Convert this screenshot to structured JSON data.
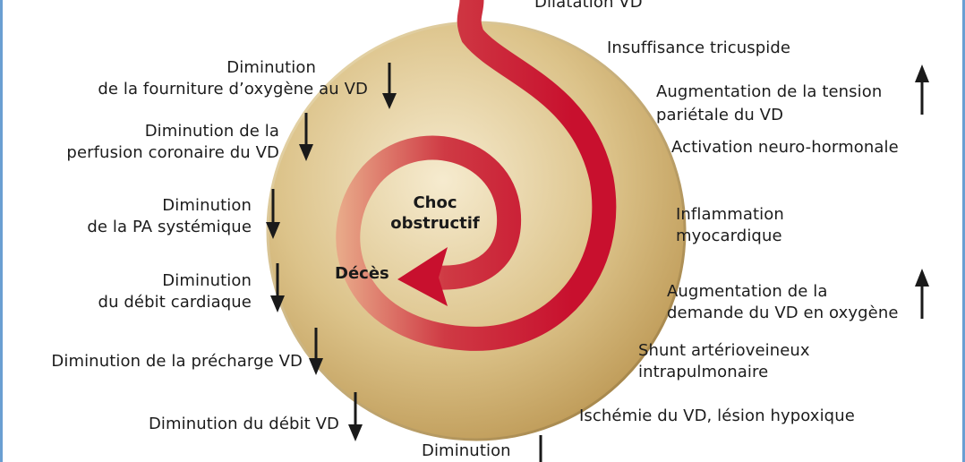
{
  "title": "",
  "center": {
    "line1": "Choc",
    "line2": "obstructif",
    "end_label": "Décès"
  },
  "right_labels": {
    "dilatation": "Dilatation VD",
    "insuffisance": "Insuffisance tricuspide",
    "tension_1": "Augmentation de la tension",
    "tension_2": "pariétale du VD",
    "activation": "Activation neuro-hormonale",
    "inflammation_1": "Inflammation",
    "inflammation_2": "myocardique",
    "demande_1": "Augmentation de la",
    "demande_2": "demande du VD en oxygène",
    "shunt_1": "Shunt artérioveineux",
    "shunt_2": "intrapulmonaire",
    "ischemie": "Ischémie du VD, lésion hypoxique"
  },
  "left_labels": {
    "fourniture_1": "Diminution",
    "fourniture_2": "de la fourniture d’oxygène au VD",
    "perfusion_1": "Diminution de la",
    "perfusion_2": "perfusion coronaire du VD",
    "pa_1": "Diminution",
    "pa_2": "de la PA systémique",
    "debit_cardiaque_1": "Diminution",
    "debit_cardiaque_2": "du débit cardiaque",
    "precharge": "Diminution de la précharge VD",
    "debit_vd": "Diminution du débit VD",
    "bottom": "Diminution"
  },
  "colors": {
    "disc_light": "#f6ebcf",
    "disc_mid": "#dcc38a",
    "disc_dark": "#b8924d",
    "spiral": "#c8102e",
    "arrow": "#1a1a1a",
    "border": "#6a9fd2"
  },
  "icons": {
    "up": "arrow-up-icon",
    "down": "arrow-down-icon"
  }
}
